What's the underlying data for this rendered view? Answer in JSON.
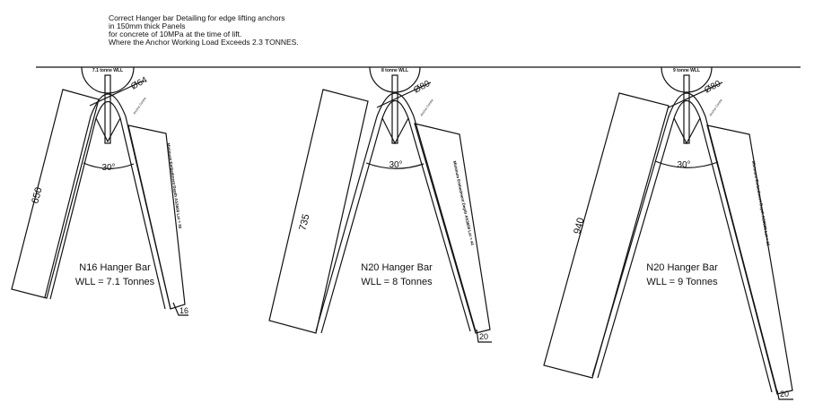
{
  "notes": [
    "Correct Hanger bar Detailing for edge lifting anchors",
    "in 150mm thick Panels",
    "for concrete of 10MPa at the time of lift.",
    "Where the Anchor Working Load Exceeds 2.3 TONNES."
  ],
  "details": [
    {
      "anchor_label": "7.1 tonne WLL",
      "diameter": "Ø64",
      "leader": "Anchor Centre",
      "angle": "30°",
      "length": "650",
      "embedment": "Minimum Embedment Depth AS3600  Lst = 30",
      "bar_dia": "16",
      "title": "N16 Hanger Bar",
      "wll": "WLL = 7.1 Tonnes"
    },
    {
      "anchor_label": "8 tonne WLL",
      "diameter": "Ø80",
      "leader": "Anchor Centre",
      "angle": "30°",
      "length": "735",
      "embedment": "Minimum Embedment Depth AS3600  Lst = 44",
      "bar_dia": "20",
      "title": "N20 Hanger Bar",
      "wll": "WLL = 8 Tonnes"
    },
    {
      "anchor_label": "9 tonne WLL",
      "diameter": "Ø80",
      "leader": "Anchor Centre",
      "angle": "30°",
      "length": "940",
      "embedment": "Minimum Embedment Depth AS3600  Lst = 60",
      "bar_dia": "20",
      "title": "N20 Hanger Bar",
      "wll": "WLL = 9 Tonnes"
    }
  ]
}
